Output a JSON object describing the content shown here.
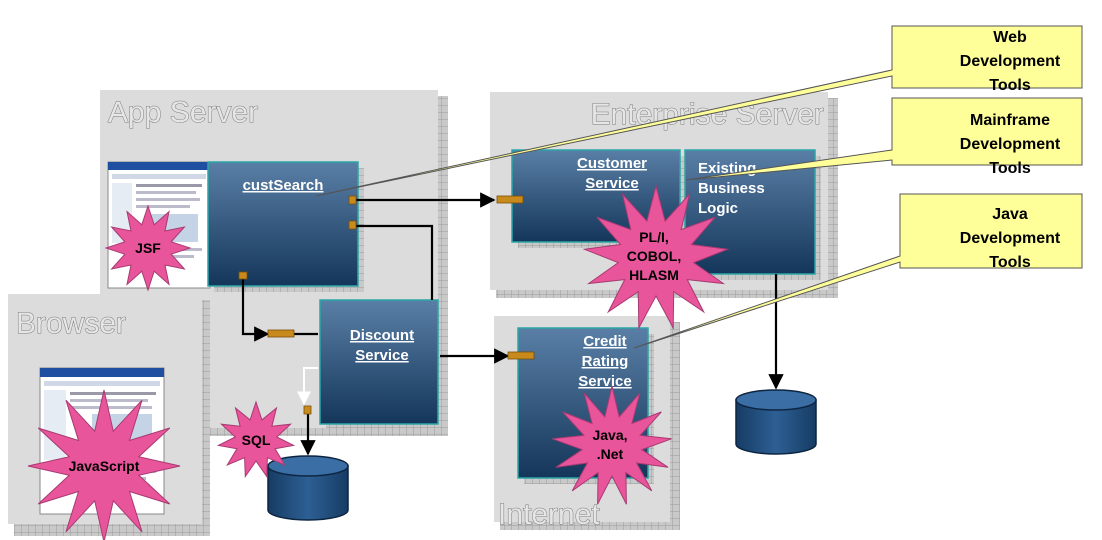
{
  "panels": {
    "app_server": "App Server",
    "enterprise_server": "Enterprise Server",
    "browser": "Browser",
    "internet": "Internet"
  },
  "services": {
    "cust_search": [
      "custSearch"
    ],
    "customer_service": [
      "Customer",
      "Service"
    ],
    "existing_business_logic": [
      "Existing",
      "Business",
      "Logic"
    ],
    "discount_service": [
      "Discount",
      "Service"
    ],
    "credit_rating_service": [
      "Credit",
      "Rating",
      "Service"
    ]
  },
  "badges": {
    "jsf": [
      "JSF"
    ],
    "javascript": [
      "JavaScript"
    ],
    "sql": [
      "SQL"
    ],
    "pli_cobol_hlasm": [
      "PL/I,",
      "COBOL,",
      "HLASM"
    ],
    "java_net": [
      "Java,",
      ".Net"
    ]
  },
  "callouts": {
    "web": [
      "Web",
      "Development",
      "Tools"
    ],
    "mainframe": [
      "Mainframe",
      "Development",
      "Tools"
    ],
    "java": [
      "Java",
      "Development",
      "Tools"
    ]
  },
  "colors": {
    "panel": "#dcdcdc",
    "service_top": "#5a7fa6",
    "service_bottom": "#14365a",
    "service_border": "#2aa6a6",
    "starburst": "#e8559a",
    "callout": "#ffff99",
    "connector": "#c98a1c",
    "database": "#1f4a78"
  }
}
